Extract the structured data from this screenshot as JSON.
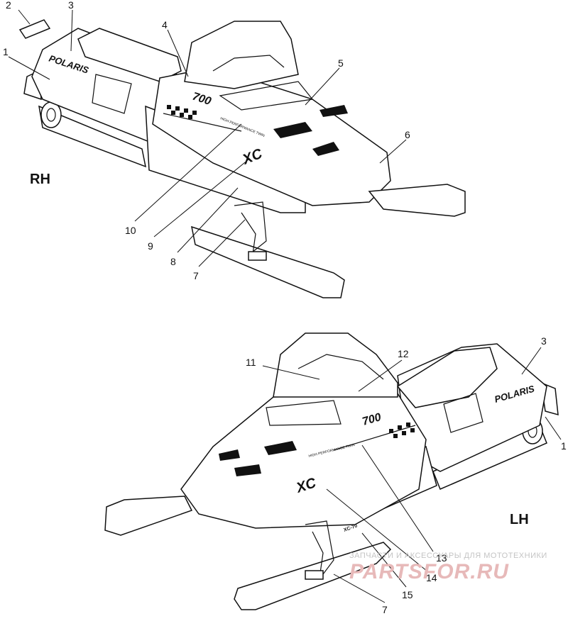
{
  "views": {
    "rh": {
      "side_label": "RH",
      "callouts": [
        "1",
        "2",
        "3",
        "4",
        "5",
        "6",
        "7",
        "8",
        "9",
        "10"
      ]
    },
    "lh": {
      "side_label": "LH",
      "callouts": [
        "3",
        "1",
        "11",
        "12",
        "13",
        "14",
        "15",
        "7"
      ]
    }
  },
  "decals": {
    "brand": "POLARIS",
    "model": "XC",
    "engine": "700",
    "tagline": "HIGH PERFORMANCE TWIN"
  },
  "watermark": {
    "tagline": "ЗАПЧАСТИ И АКСЕССУАРЫ ДЛЯ МОТОТЕХНИКИ",
    "logo": "PARTSFOR.RU"
  },
  "colors": {
    "line": "#111111",
    "background": "#ffffff",
    "watermark": "#e7b9b9"
  }
}
